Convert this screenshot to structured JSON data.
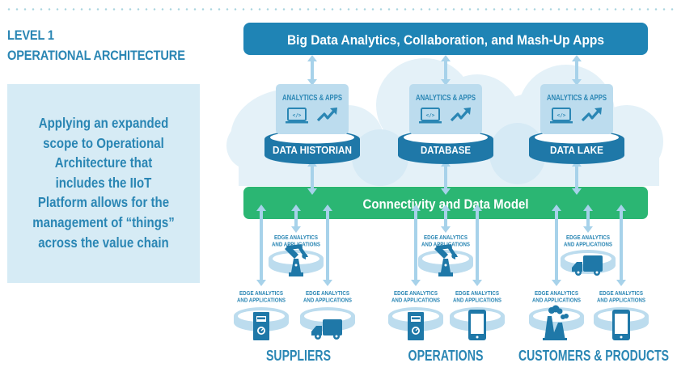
{
  "header": {
    "level": "LEVEL 1",
    "title": "OPERATIONAL ARCHITECTURE"
  },
  "sidebox": {
    "lines": [
      "Applying an expanded",
      "scope to Operational",
      "Architecture that",
      "includes the IIoT",
      "Platform allows for the",
      "management of “things”",
      "across the value chain"
    ]
  },
  "colors": {
    "primary_blue": "#2a86b4",
    "dark_blue": "#1f78a8",
    "green": "#2bb673",
    "light_blue": "#bcdcee",
    "pale_blue": "#d6ebf5",
    "arrow_blue": "#a7d2ea"
  },
  "diagram": {
    "top_bar": "Big Data Analytics, Collaboration, and Mash-Up Apps",
    "middle_bar": "Connectivity and Data Model",
    "stores": [
      {
        "name": "DATA HISTORIAN",
        "apps_label": "ANALYTICS & APPS",
        "icons": [
          "laptop-code-icon",
          "trend-up-icon"
        ]
      },
      {
        "name": "DATABASE",
        "apps_label": "ANALYTICS & APPS",
        "icons": [
          "laptop-code-icon",
          "trend-up-icon"
        ]
      },
      {
        "name": "DATA LAKE",
        "apps_label": "ANALYTICS & APPS",
        "icons": [
          "laptop-code-icon",
          "trend-up-icon"
        ]
      }
    ],
    "edge_label_line1": "EDGE ANALYTICS",
    "edge_label_line2": "AND APPLICATIONS",
    "groups": [
      {
        "name": "SUPPLIERS",
        "upper_icon": "robot-arm-icon",
        "lower_icons": [
          "meter-icon",
          "truck-icon"
        ]
      },
      {
        "name": "OPERATIONS",
        "upper_icon": "robot-arm-icon",
        "lower_icons": [
          "meter-icon",
          "phone-icon"
        ]
      },
      {
        "name": "CUSTOMERS & PRODUCTS",
        "upper_icon": "truck-icon",
        "lower_icons": [
          "factory-icon",
          "phone-icon"
        ]
      }
    ]
  }
}
